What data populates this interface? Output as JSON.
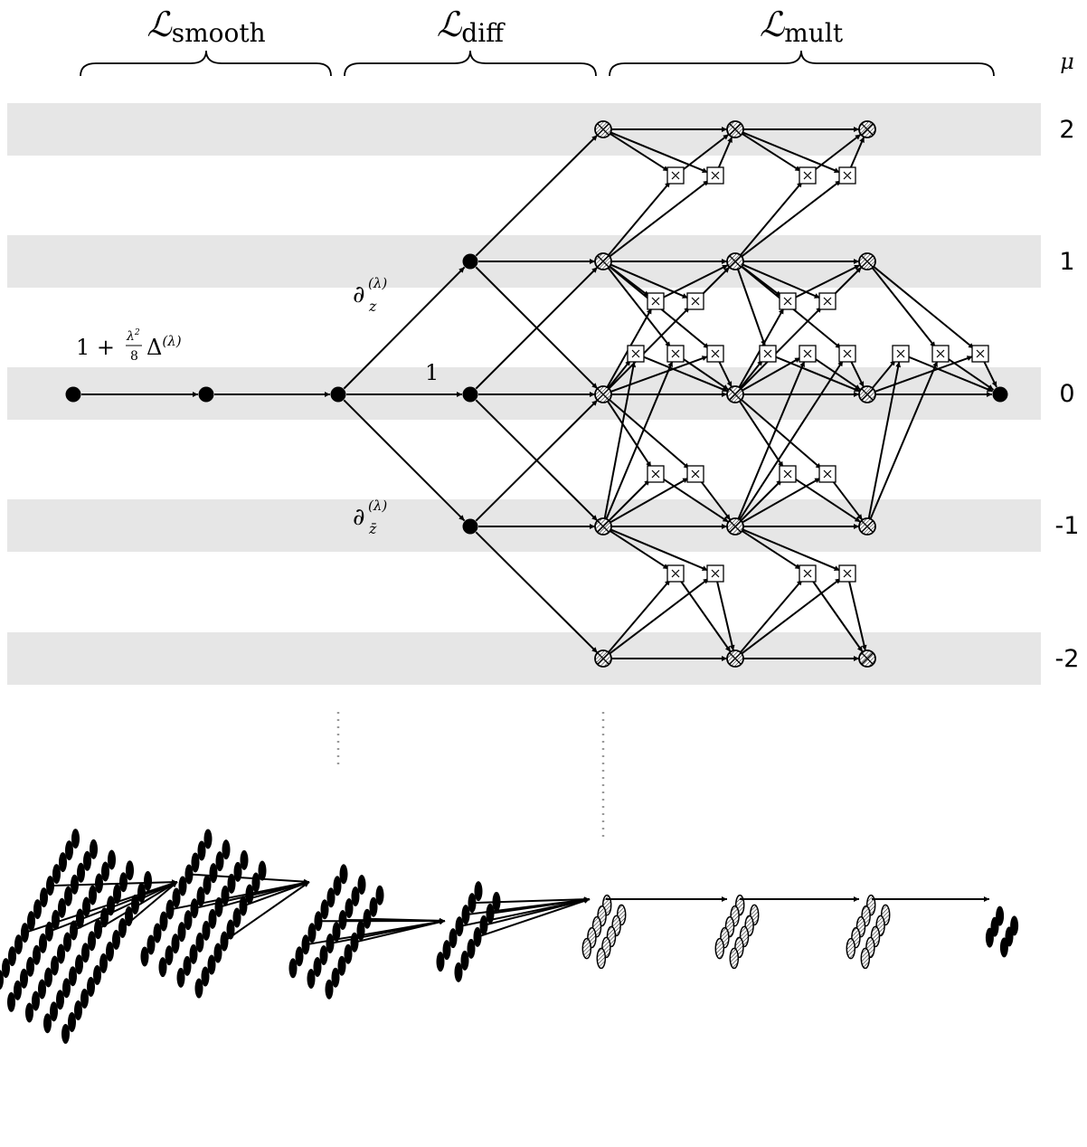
{
  "sections": [
    {
      "script_letter": "ℒ",
      "subscript": "smooth"
    },
    {
      "script_letter": "ℒ",
      "subscript": "diff"
    },
    {
      "script_letter": "ℒ",
      "subscript": "mult"
    }
  ],
  "mu_header": "μ",
  "band_labels": [
    "2",
    "1",
    "0",
    "-1",
    "-2"
  ],
  "operator_labels": {
    "smooth_prefix": "1 + ",
    "smooth_frac_num": "λ",
    "smooth_frac_num_exp": "2",
    "smooth_frac_den": "8",
    "smooth_delta": "Δ",
    "smooth_delta_sup": "(λ)",
    "dz_partial": "∂",
    "dz_sub": "z",
    "dz_sup": "(λ)",
    "dzbar_partial": "∂",
    "dzbar_sub": "z̄",
    "dzbar_sup": "(λ)",
    "identity": "1"
  },
  "colors": {
    "band": "#e6e6e6",
    "stroke": "#000000",
    "dotted_guide": "#999999"
  },
  "icons": {
    "filled_node": "filled-circle-node",
    "mult_node": "crossed-circle-node",
    "product_node": "boxed-cross-node"
  }
}
